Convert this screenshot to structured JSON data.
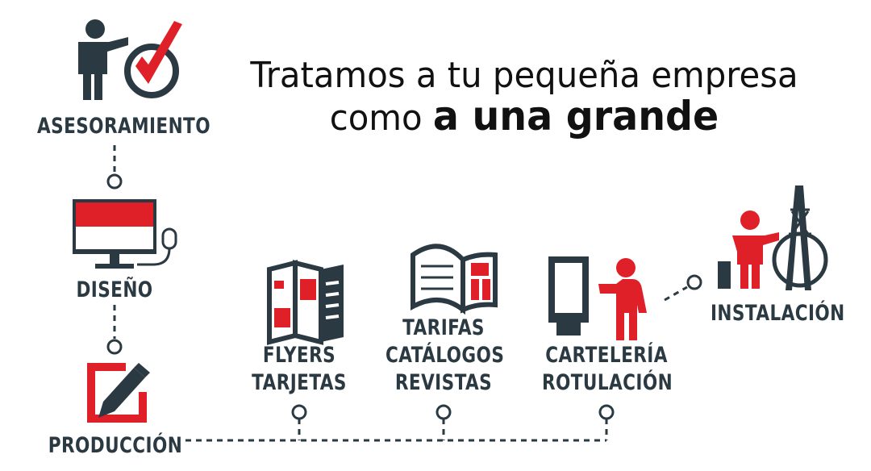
{
  "headline": {
    "line1": "Tratamos a tu pequeña empresa",
    "line2_plain": "como",
    "line2_bold": "a una grande"
  },
  "steps": {
    "asesoramiento": "ASESORAMIENTO",
    "diseno": "DISEÑO",
    "produccion": "PRODUCCIÓN",
    "flyers": [
      "FLYERS",
      "TARJETAS"
    ],
    "tarifas": [
      "TARIFAS",
      "CATÁLOGOS",
      "REVISTAS"
    ],
    "carteleria": [
      "CARTELERÍA",
      "ROTULACIÓN"
    ],
    "instalacion": "INSTALACIÓN"
  },
  "colors": {
    "dark": "#2b3a42",
    "red": "#e02029",
    "text": "#111111"
  },
  "icons": [
    "presenter-checkmark-icon",
    "monitor-mouse-icon",
    "pencil-frame-icon",
    "trifold-brochure-icon",
    "open-catalog-icon",
    "billboard-person-icon",
    "installer-antenna-icon"
  ]
}
